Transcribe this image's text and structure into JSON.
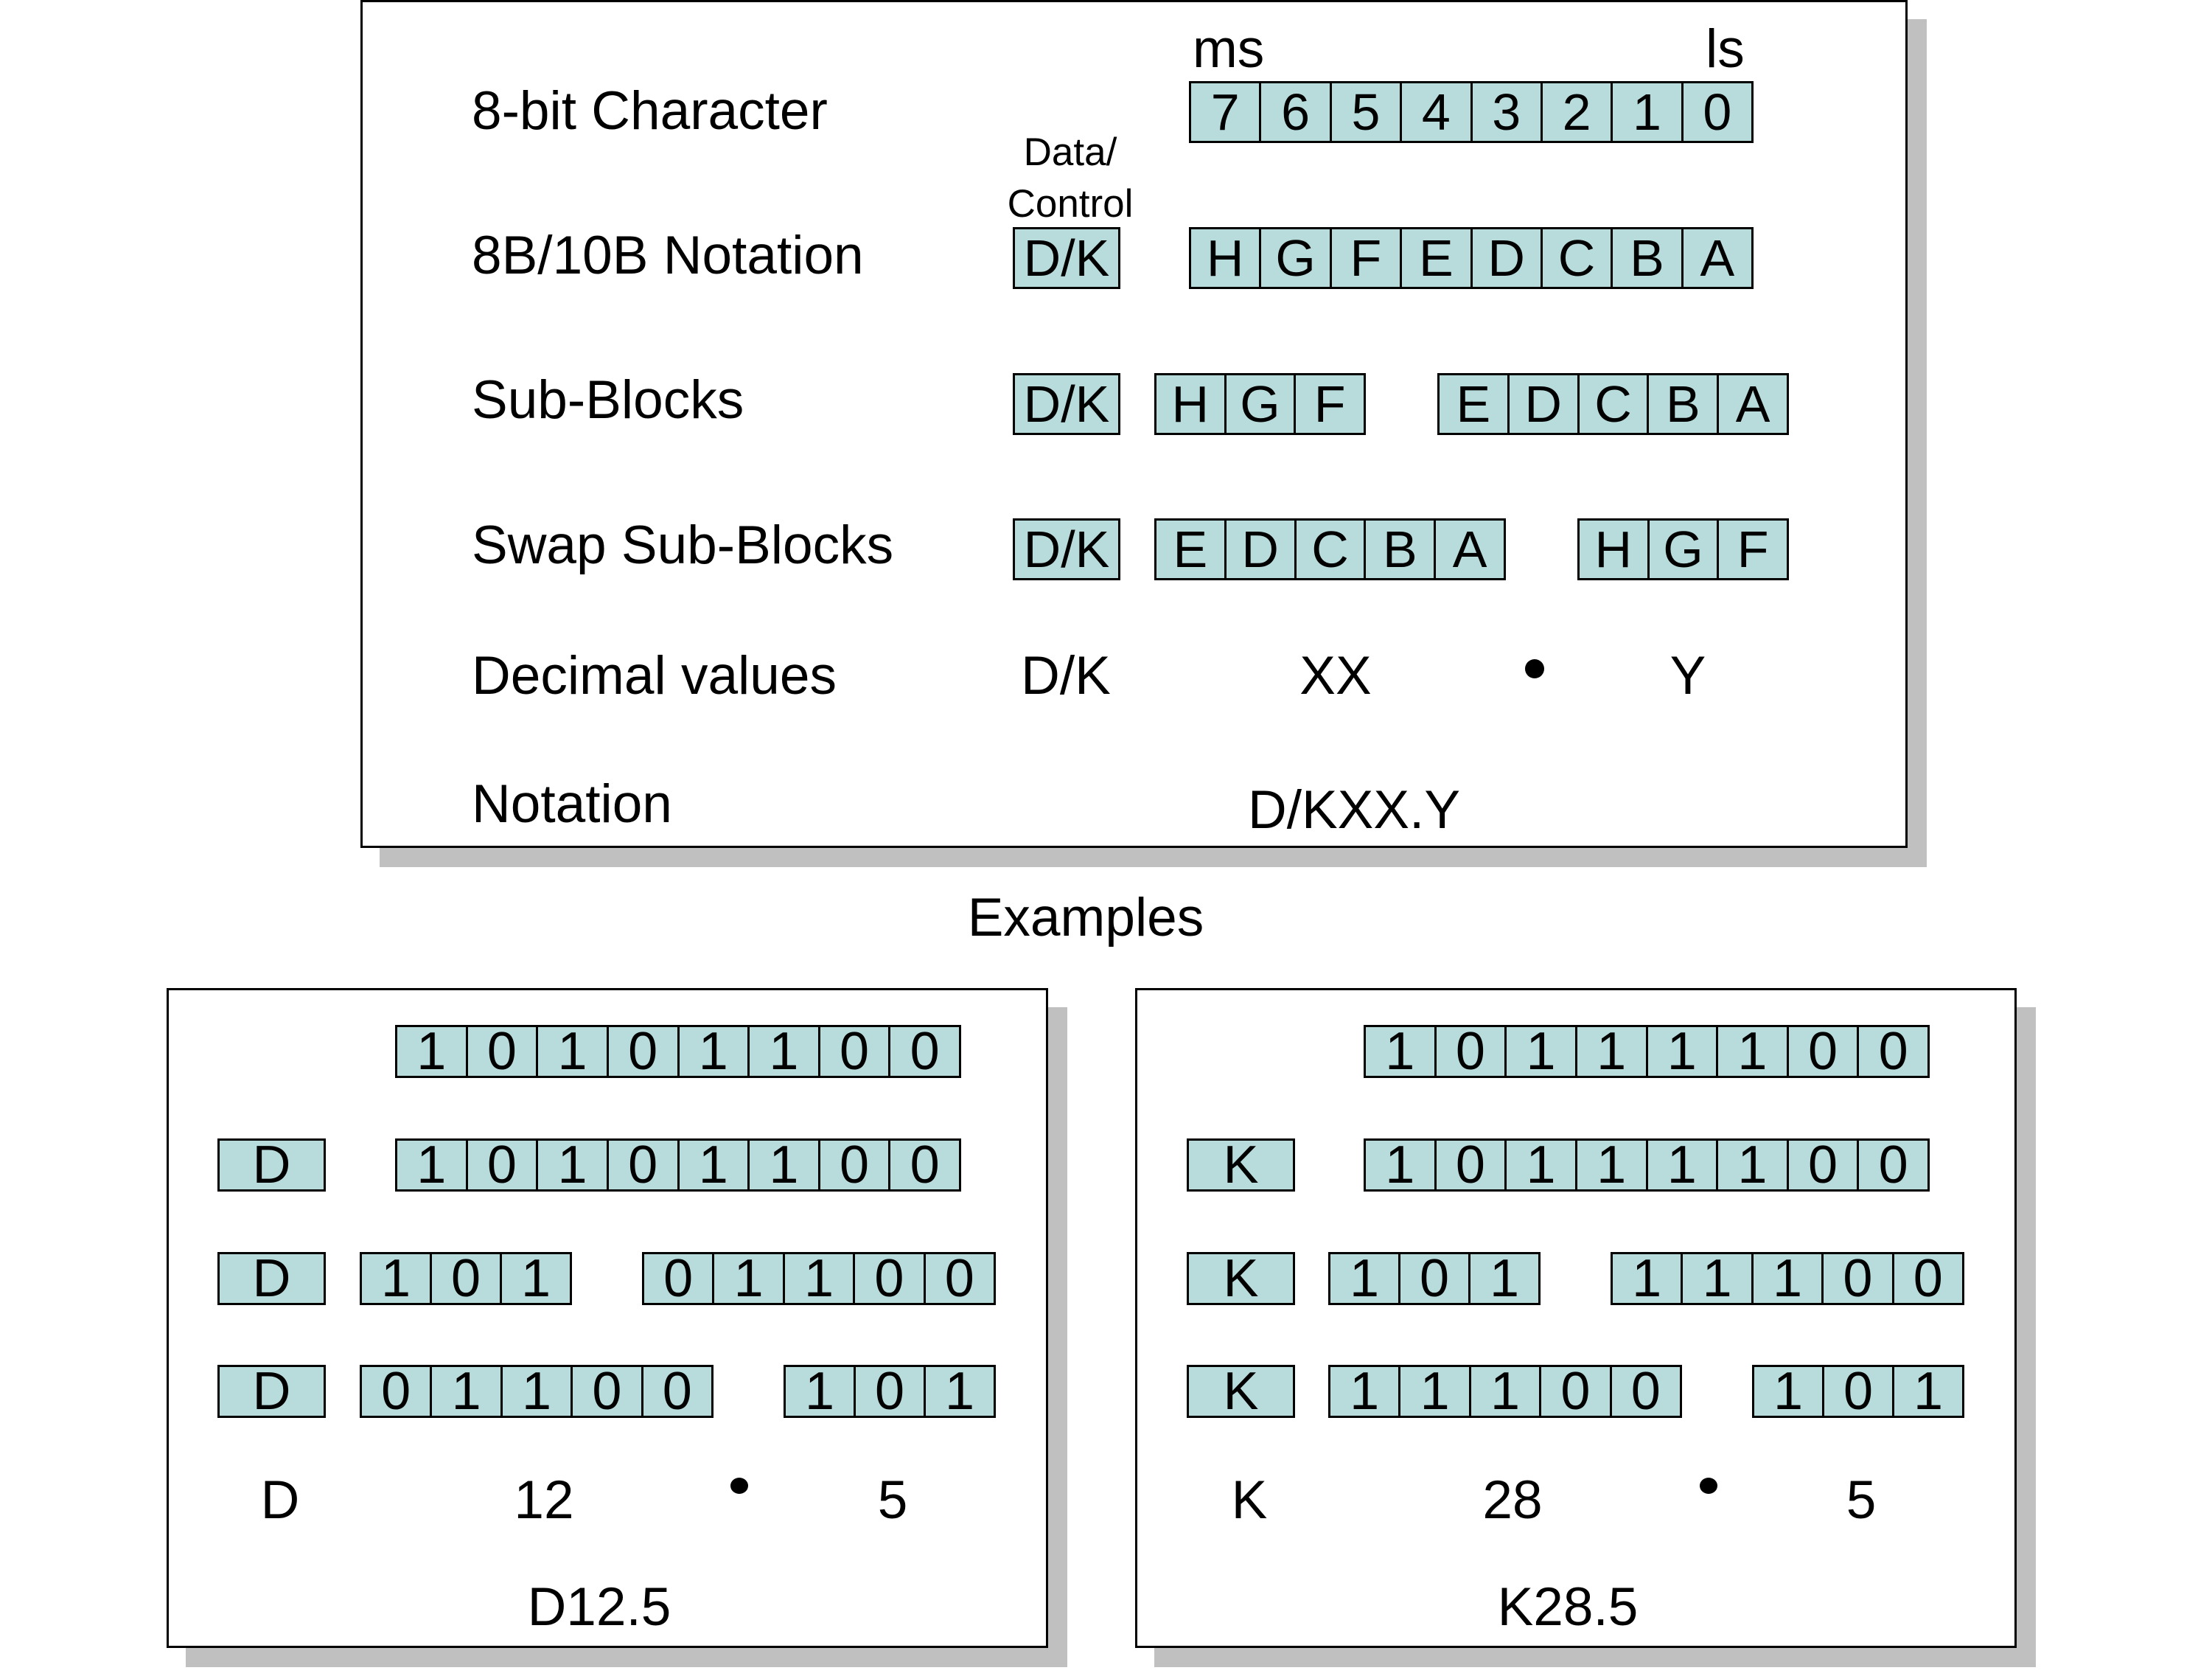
{
  "main": {
    "labels": {
      "char": "8-bit Character",
      "notation_8b10b": "8B/10B Notation",
      "subblocks": "Sub-Blocks",
      "swap": "Swap Sub-Blocks",
      "decimal": "Decimal values",
      "notation": "Notation"
    },
    "ms": "ms",
    "ls": "ls",
    "data_control_line1": "Data/",
    "data_control_line2": "Control",
    "bits_numeric": [
      "7",
      "6",
      "5",
      "4",
      "3",
      "2",
      "1",
      "0"
    ],
    "bits_letters": [
      "H",
      "G",
      "F",
      "E",
      "D",
      "C",
      "B",
      "A"
    ],
    "dk": "D/K",
    "hgf": [
      "H",
      "G",
      "F"
    ],
    "edcba": [
      "E",
      "D",
      "C",
      "B",
      "A"
    ],
    "dec_dk": "D/K",
    "dec_xx": "XX",
    "dec_y": "Y",
    "notation_value": "D/KXX.Y"
  },
  "examples_title": "Examples",
  "example_d": {
    "bits": [
      "1",
      "0",
      "1",
      "0",
      "1",
      "1",
      "0",
      "0"
    ],
    "flag": "D",
    "hgf": [
      "1",
      "0",
      "1"
    ],
    "edcba": [
      "0",
      "1",
      "1",
      "0",
      "0"
    ],
    "dec_flag": "D",
    "dec_xx": "12",
    "dec_y": "5",
    "notation": "D12.5"
  },
  "example_k": {
    "bits": [
      "1",
      "0",
      "1",
      "1",
      "1",
      "1",
      "0",
      "0"
    ],
    "flag": "K",
    "hgf": [
      "1",
      "0",
      "1"
    ],
    "edcba": [
      "1",
      "1",
      "1",
      "0",
      "0"
    ],
    "dec_flag": "K",
    "dec_xx": "28",
    "dec_y": "5",
    "notation": "K28.5"
  }
}
